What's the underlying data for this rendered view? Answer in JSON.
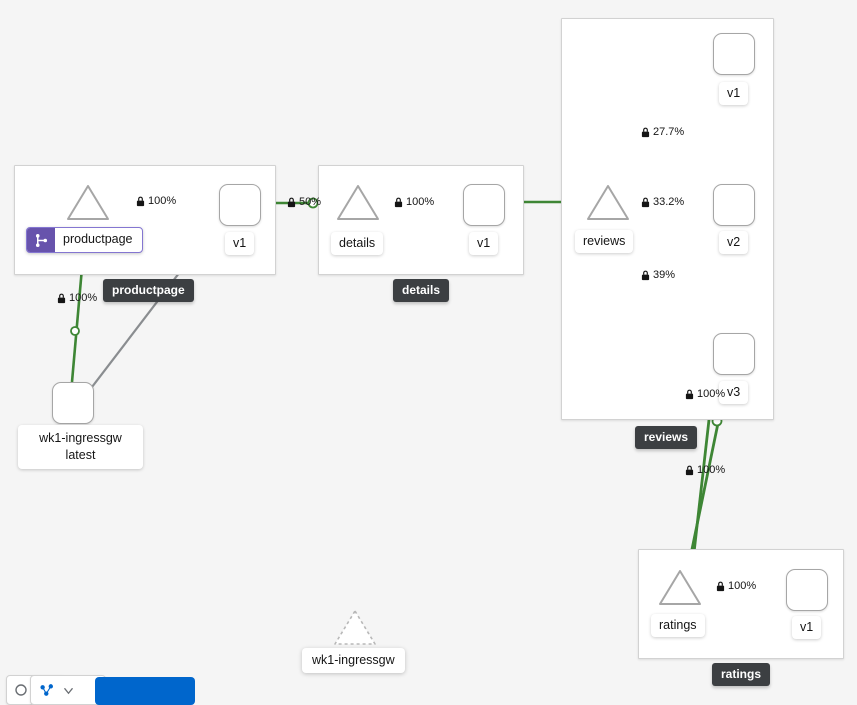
{
  "app": {
    "name": "kiali-graph",
    "view": "versioned-app-graph",
    "background_color": "#f5f5f5"
  },
  "colors": {
    "edge_healthy": "#3e8635",
    "edge_idle": "#8a8d90",
    "node_border": "#a6a6a6",
    "box_border": "#d2d2d2",
    "box_label_bg": "#3c3f42",
    "badge_virtualservice": "#6753ac",
    "primary_button": "#0066cc"
  },
  "icons": {
    "lock": "mtls-lock-icon",
    "virtualservice": "virtualservice-badge-icon"
  },
  "groups": [
    {
      "id": "productpage",
      "label": "productpage"
    },
    {
      "id": "details",
      "label": "details"
    },
    {
      "id": "reviews",
      "label": "reviews"
    },
    {
      "id": "ratings",
      "label": "ratings"
    }
  ],
  "nodes": [
    {
      "id": "ingressgw",
      "type": "workload",
      "label_line1": "wk1-ingressgw",
      "label_line2": "latest"
    },
    {
      "id": "svc-productpage",
      "type": "service",
      "label": "productpage",
      "badge": "virtualservice"
    },
    {
      "id": "wl-productpage-v1",
      "type": "workload",
      "label": "v1"
    },
    {
      "id": "svc-details",
      "type": "service",
      "label": "details"
    },
    {
      "id": "wl-details-v1",
      "type": "workload",
      "label": "v1"
    },
    {
      "id": "svc-reviews",
      "type": "service",
      "label": "reviews"
    },
    {
      "id": "wl-reviews-v1",
      "type": "workload",
      "label": "v1"
    },
    {
      "id": "wl-reviews-v2",
      "type": "workload",
      "label": "v2"
    },
    {
      "id": "wl-reviews-v3",
      "type": "workload",
      "label": "v3"
    },
    {
      "id": "svc-ratings",
      "type": "service",
      "label": "ratings"
    },
    {
      "id": "wl-ratings-v1",
      "type": "workload",
      "label": "v1"
    }
  ],
  "edges": [
    {
      "id": "e-ingress-productpagesvc",
      "from": "ingressgw",
      "to": "svc-productpage",
      "label": "100%",
      "mtls": true,
      "health": "healthy"
    },
    {
      "id": "e-ingress-productpagev1",
      "from": "ingressgw",
      "to": "wl-productpage-v1",
      "label": "",
      "mtls": false,
      "health": "idle"
    },
    {
      "id": "e-productpagesvc-v1",
      "from": "svc-productpage",
      "to": "wl-productpage-v1",
      "label": "100%",
      "mtls": true,
      "health": "healthy"
    },
    {
      "id": "e-productpagev1-detailssvc",
      "from": "wl-productpage-v1",
      "to": "svc-details",
      "label": "50%",
      "mtls": true,
      "health": "healthy"
    },
    {
      "id": "e-detailssvc-v1",
      "from": "svc-details",
      "to": "wl-details-v1",
      "label": "100%",
      "mtls": true,
      "health": "healthy"
    },
    {
      "id": "e-detailsv1-reviewssvc",
      "from": "wl-details-v1",
      "to": "svc-reviews",
      "label": "",
      "mtls": false,
      "health": "healthy"
    },
    {
      "id": "e-reviewssvc-v1",
      "from": "svc-reviews",
      "to": "wl-reviews-v1",
      "label": "27.7%",
      "mtls": true,
      "health": "healthy"
    },
    {
      "id": "e-reviewssvc-v2",
      "from": "svc-reviews",
      "to": "wl-reviews-v2",
      "label": "33.2%",
      "mtls": true,
      "health": "healthy"
    },
    {
      "id": "e-reviewssvc-v3",
      "from": "svc-reviews",
      "to": "wl-reviews-v3",
      "label": "39%",
      "mtls": true,
      "health": "healthy"
    },
    {
      "id": "e-reviewsv2-ratingssvc",
      "from": "wl-reviews-v2",
      "to": "svc-ratings",
      "label": "100%",
      "mtls": true,
      "health": "healthy"
    },
    {
      "id": "e-reviewsv3-ratingssvc",
      "from": "wl-reviews-v3",
      "to": "svc-ratings",
      "label": "100%",
      "mtls": true,
      "health": "healthy"
    },
    {
      "id": "e-ratingssvc-v1",
      "from": "svc-ratings",
      "to": "wl-ratings-v1",
      "label": "100%",
      "mtls": true,
      "health": "healthy"
    }
  ],
  "labels": {
    "box_productpage": "productpage",
    "box_details": "details",
    "box_reviews": "reviews",
    "box_ratings": "ratings",
    "node_ingressgw_l1": "wk1-ingressgw",
    "node_ingressgw_l2": "latest",
    "node_productpage_svc": "productpage",
    "node_productpage_v1": "v1",
    "node_details_svc": "details",
    "node_details_v1": "v1",
    "node_reviews_svc": "reviews",
    "node_reviews_v1": "v1",
    "node_reviews_v2": "v2",
    "node_reviews_v3": "v3",
    "node_ratings_svc": "ratings",
    "node_ratings_v1": "v1",
    "ghost_node": "wk1-ingressgw",
    "edge_ingress_pp": "100%",
    "edge_pp_svc_v1": "100%",
    "edge_pp_details": "50%",
    "edge_details_v1": "100%",
    "edge_reviews_v1": "27.7%",
    "edge_reviews_v2": "33.2%",
    "edge_reviews_v3": "39%",
    "edge_v3_ratings_upper": "100%",
    "edge_v3_ratings_lower": "100%",
    "edge_ratings_v1": "100%"
  }
}
